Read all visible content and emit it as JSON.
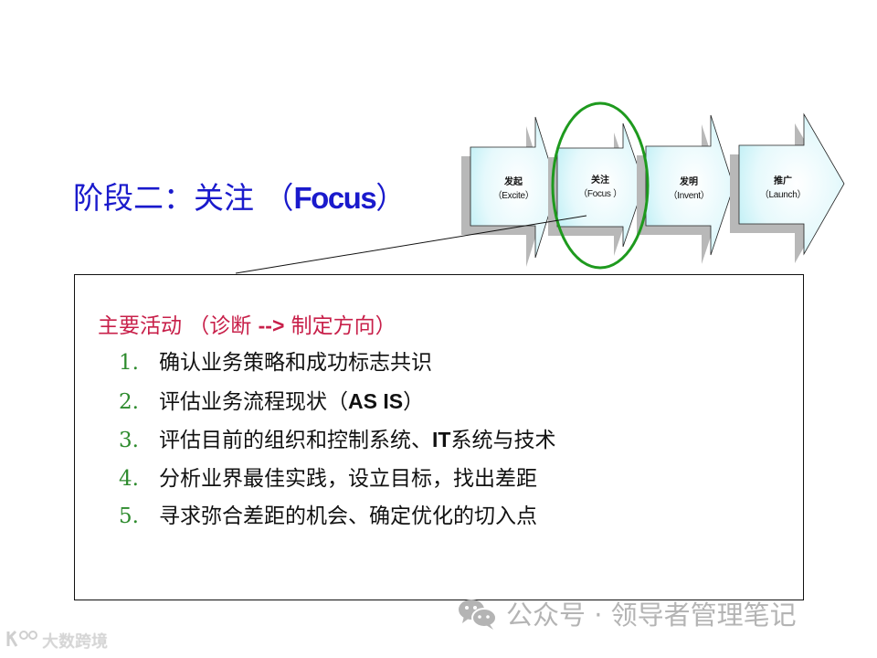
{
  "slide": {
    "title_cn": "阶段二：关注 （",
    "title_en": "Focus",
    "title_close": "）"
  },
  "process": {
    "stages": [
      {
        "cn": "发起",
        "en": "（Excite）"
      },
      {
        "cn": "关注",
        "en": "（Focus ）"
      },
      {
        "cn": "发明",
        "en": "（Invent）"
      },
      {
        "cn": "推广",
        "en": "（Launch）"
      }
    ],
    "highlighted_index": 1,
    "highlight_color": "#1e9a1e",
    "arrow_fill": "#d9f5fa",
    "shadow_color": "#b8b8b8"
  },
  "content": {
    "heading_pre": "主要活动 （诊断 ",
    "heading_arrow": "-->",
    "heading_post": " 制定方向）",
    "heading_color": "#c8204a",
    "items": [
      {
        "num": "1.",
        "text": "确认业务策略和成功标志共识"
      },
      {
        "num": "2.",
        "text_pre": "评估业务流程现状（",
        "text_bold": "AS IS",
        "text_post": "）"
      },
      {
        "num": "3.",
        "text_pre": "评估目前的组织和控制系统、",
        "text_bold": "IT",
        "text_post": "系统与技术"
      },
      {
        "num": "4.",
        "text": "分析业界最佳实践，设立目标，找出差距"
      },
      {
        "num": "5.",
        "text": "寻求弥合差距的机会、确定优化的切入点"
      }
    ],
    "number_color": "#2e8b2e"
  },
  "watermarks": {
    "wechat": "公众号 · 领导者管理笔记",
    "bottom_left": "大数跨境"
  }
}
